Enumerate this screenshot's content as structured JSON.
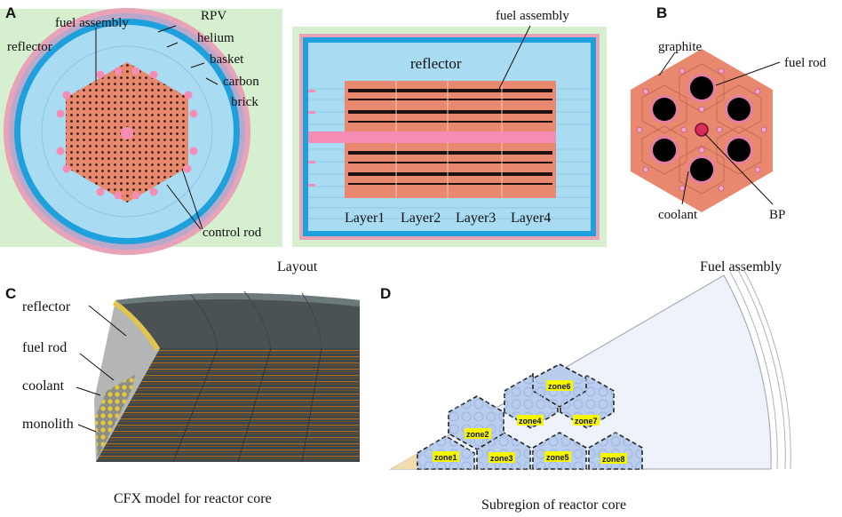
{
  "panels": {
    "a": "A",
    "b": "B",
    "c": "C",
    "d": "D"
  },
  "panel_a": {
    "left": {
      "fuel_assembly": "fuel assembly",
      "rpv": "RPV",
      "reflector": "reflector",
      "helium": "helium",
      "basket": "basket",
      "carbon": "carbon",
      "brick": "brick",
      "control_rod": "control rod"
    },
    "right": {
      "fuel_assembly": "fuel assembly",
      "reflector": "reflector",
      "layers": [
        "Layer1",
        "Layer2",
        "Layer3",
        "Layer4"
      ]
    },
    "caption": "Layout"
  },
  "panel_b": {
    "graphite": "graphite",
    "fuel_rod": "fuel rod",
    "coolant": "coolant",
    "bp": "BP",
    "caption": "Fuel assembly"
  },
  "panel_c": {
    "reflector": "reflector",
    "fuel_rod": "fuel rod",
    "coolant": "coolant",
    "monolith": "monolith",
    "caption": "CFX model for reactor core"
  },
  "panel_d": {
    "zones": [
      "zone1",
      "zone2",
      "zone3",
      "zone4",
      "zone5",
      "zone6",
      "zone7",
      "zone8"
    ],
    "caption": "Subregion of reactor core"
  },
  "colors": {
    "background_green": "#d6efcf",
    "rpv_pink": "#e9a3b8",
    "reflector_blue": "#a9dcf2",
    "basket_blue": "#1ea0dc",
    "core_salmon": "#e8896f",
    "control_rod_pink": "#f48cb4",
    "zone_yellow": "#f5f500",
    "zone_blue": "#b9cdee",
    "model_dark": "#4a5254"
  }
}
